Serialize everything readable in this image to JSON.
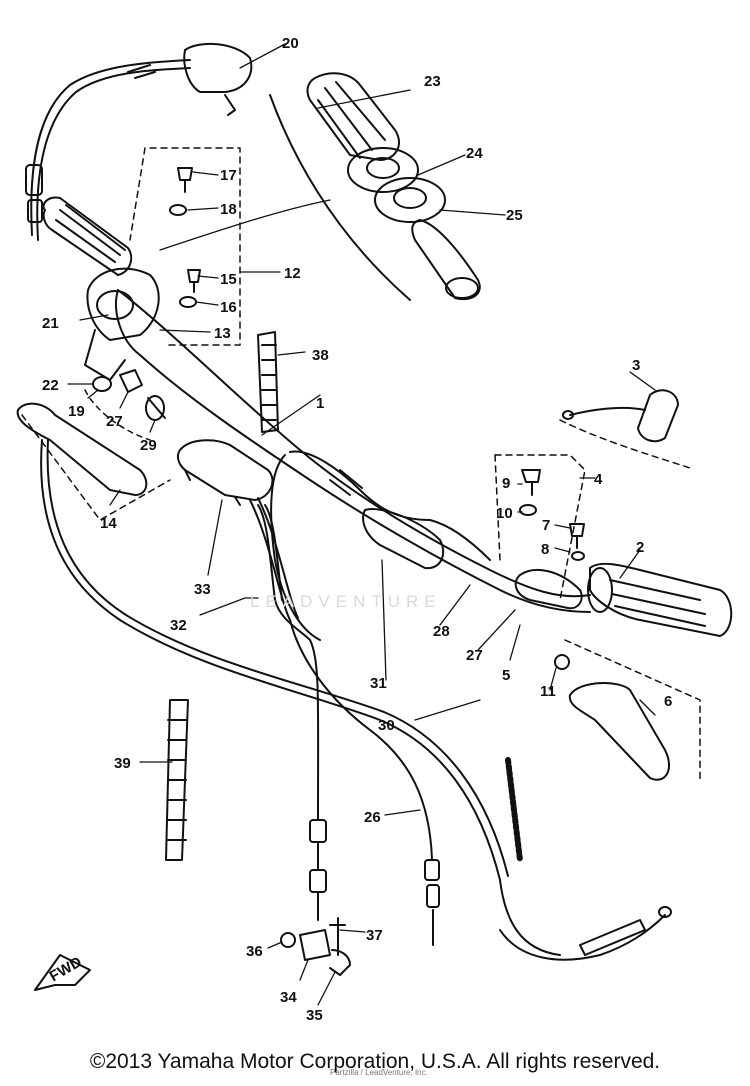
{
  "copyright": "©2013 Yamaha Motor Corporation, U.S.A. All rights reserved.",
  "watermark": "LEADVENTURE",
  "small_credit": "Partzilla / LeadVenture, Inc.",
  "fwd_label": "FWD",
  "callouts": [
    "1",
    "2",
    "3",
    "4",
    "5",
    "6",
    "7",
    "8",
    "9",
    "10",
    "11",
    "12",
    "13",
    "14",
    "15",
    "16",
    "17",
    "18",
    "19",
    "20",
    "21",
    "22",
    "23",
    "24",
    "25",
    "26",
    "27",
    "27",
    "28",
    "29",
    "30",
    "31",
    "32",
    "33",
    "34",
    "35",
    "36",
    "37",
    "38",
    "39"
  ]
}
